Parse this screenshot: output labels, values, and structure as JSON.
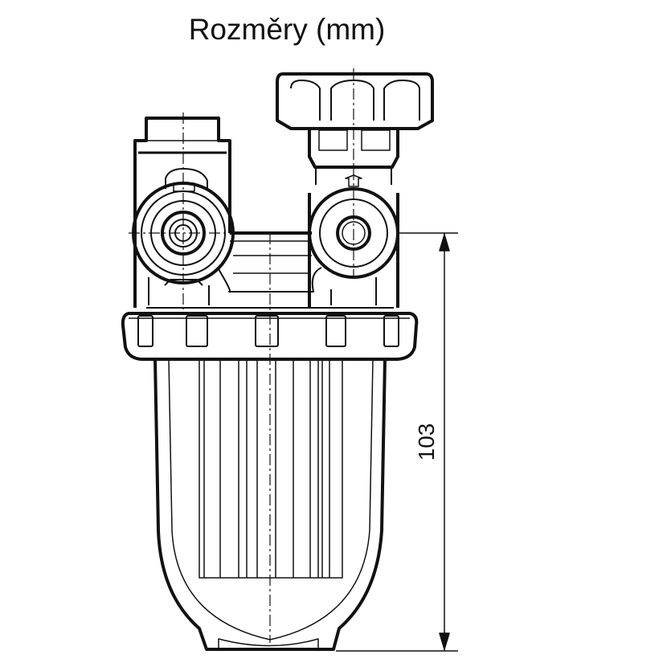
{
  "title": "Rozměry (mm)",
  "dimension": {
    "label": "103",
    "unit": "mm"
  },
  "colors": {
    "line": "#111111",
    "background": "#ffffff"
  }
}
